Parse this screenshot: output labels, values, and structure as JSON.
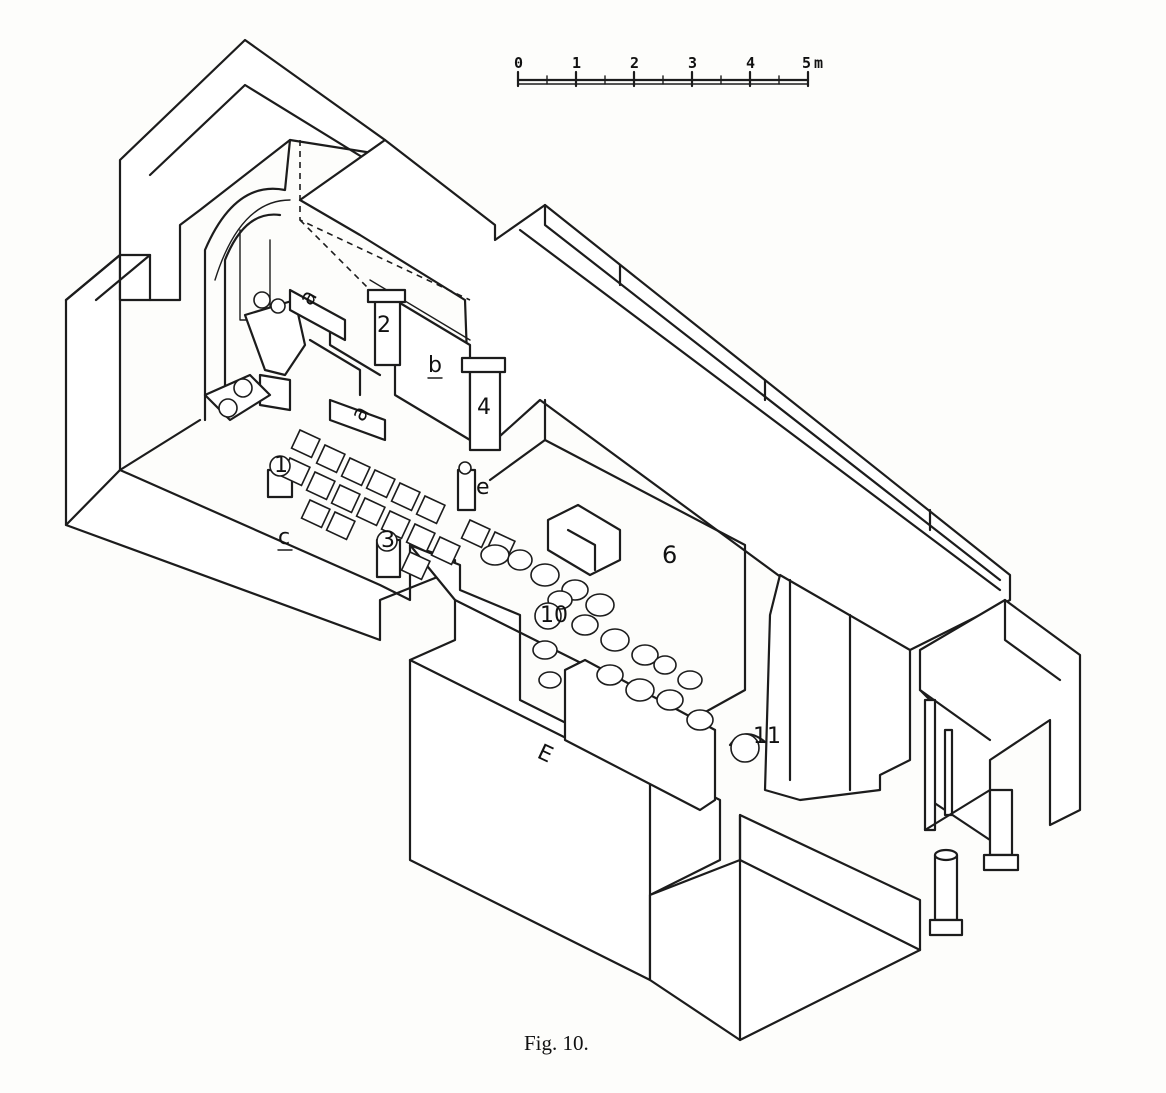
{
  "figure": {
    "caption": "Fig. 10."
  },
  "scale_bar": {
    "ticks": [
      "0",
      "1",
      "2",
      "3",
      "4",
      "5"
    ],
    "unit": "m"
  },
  "labels": {
    "column_1": "1",
    "column_2": "2",
    "column_3": "3",
    "column_4": "4",
    "room_6": "6",
    "item_10": "10",
    "item_11": "11",
    "letter_a_upper": "a",
    "letter_a_lower": "a",
    "letter_b": "b",
    "letter_c": "c",
    "letter_e_small": "e",
    "letter_E": "E"
  },
  "colors": {
    "ink": "#1c1c1c",
    "paper": "#fdfdfb"
  }
}
